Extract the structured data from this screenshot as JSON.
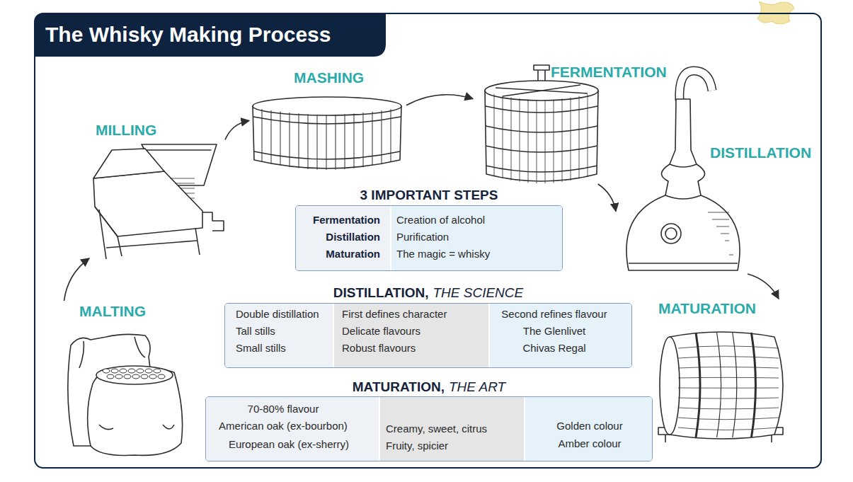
{
  "diagram": {
    "title": "The Whisky Making Process",
    "nodes": [
      {
        "text": [
          "MALTING"
        ]
      },
      {
        "text": [
          "MILLING"
        ]
      },
      {
        "text": [
          "MASHING"
        ]
      },
      {
        "text": [
          "FERMENTATION"
        ]
      },
      {
        "text": [
          "DISTILLATION"
        ]
      },
      {
        "text": [
          "MATURATION"
        ]
      },
      {
        "text": [
          "3 IMPORTANT STEPS"
        ]
      },
      {
        "text": [
          "DISTILLATION,",
          "THE SCIENCE"
        ]
      },
      {
        "text": [
          "MATURATION,",
          "THE ART"
        ]
      }
    ],
    "edges": [
      {
        "from": 0,
        "to": 1,
        "arrow": "to"
      },
      {
        "from": 1,
        "to": 2,
        "arrow": "to"
      },
      {
        "from": 2,
        "to": 3,
        "arrow": "to"
      },
      {
        "from": 3,
        "to": 4,
        "arrow": "to"
      },
      {
        "from": 4,
        "to": 5,
        "arrow": "to"
      }
    ],
    "labels": [
      "Fermentation",
      "Creation of alcohol",
      "Distillation",
      "Purification",
      "Maturation",
      "The magic = whisky",
      "Double distillation",
      "First defines character",
      "Second refines flavour",
      "Tall stills",
      "Delicate flavours",
      "The Glenlivet",
      "Small stills",
      "Robust flavours",
      "Chivas Regal",
      "70-80% flavour",
      "American oak (ex-bourbon)",
      "Creamy, sweet, citrus",
      "Golden colour",
      "European oak (ex-sherry)",
      "Fruity, spicier",
      "Amber colour"
    ]
  }
}
